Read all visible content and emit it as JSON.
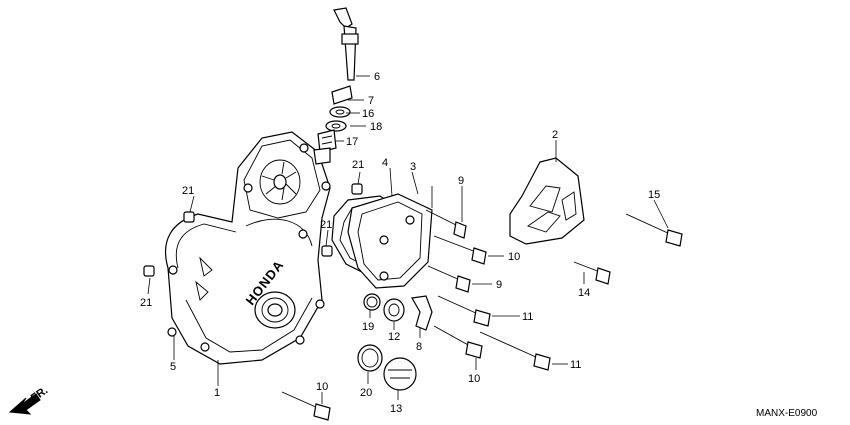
{
  "diagram": {
    "drawing_code": "MANX-E0900",
    "direction_label": "FR.",
    "case_marking": "HONDA",
    "callouts": {
      "c1": "1",
      "c2": "2",
      "c3": "3",
      "c4": "4",
      "c5": "5",
      "c6": "6",
      "c7": "7",
      "c8": "8",
      "c9a": "9",
      "c9b": "9",
      "c10a": "10",
      "c10b": "10",
      "c10c": "10",
      "c11a": "11",
      "c11b": "11",
      "c12": "12",
      "c13": "13",
      "c14": "14",
      "c15": "15",
      "c16": "16",
      "c17": "17",
      "c18": "18",
      "c19": "19",
      "c20": "20",
      "c21a": "21",
      "c21b": "21",
      "c21c": "21",
      "c21d": "21"
    }
  }
}
